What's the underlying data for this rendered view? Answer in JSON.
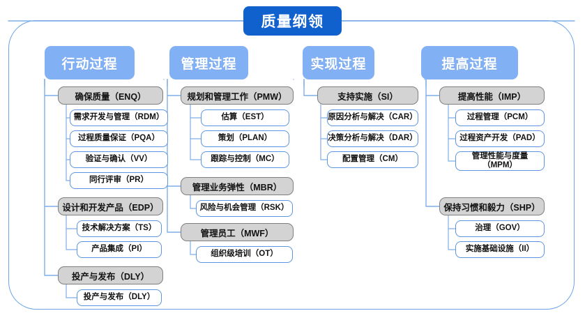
{
  "diagram": {
    "root": {
      "label": "质量纲领"
    },
    "colors": {
      "root_fill": "#1061CD",
      "header_fill": "#82B0F4",
      "group_fill": "#D3D3D3",
      "group_border": "#7E7E7E",
      "leaf_border": "#5B94E0",
      "frame_border": "#6AA3E8",
      "wire": "#7FAEE8",
      "text": "#111111"
    },
    "columns": [
      {
        "header": "行动过程",
        "groups": [
          {
            "label": "确保质量（ENQ）",
            "leaves": [
              "需求开发与管理（RDM）",
              "过程质量保证（PQA）",
              "验证与确认（VV）",
              "同行评审（PR）"
            ]
          },
          {
            "label": "设计和开发产品（EDP）",
            "leaves": [
              "技术解决方案（TS）",
              "产品集成（PI）"
            ]
          },
          {
            "label": "投产与发布（DLY）",
            "leaves": [
              "投产与发布（DLY）"
            ]
          }
        ]
      },
      {
        "header": "管理过程",
        "groups": [
          {
            "label": "规划和管理工作（PMW）",
            "leaves": [
              "估算（EST）",
              "策划（PLAN）",
              "跟踪与控制（MC）"
            ]
          },
          {
            "label": "管理业务弹性（MBR）",
            "leaves": [
              "风险与机会管理（RSK）"
            ]
          },
          {
            "label": "管理员工（MWF）",
            "leaves": [
              "组织级培训（OT）"
            ]
          }
        ]
      },
      {
        "header": "实现过程",
        "groups": [
          {
            "label": "支持实施（SI）",
            "leaves": [
              "原因分析与解决（CAR）",
              "决策分析与解决（DAR）",
              "配置管理（CM）"
            ]
          }
        ]
      },
      {
        "header": "提高过程",
        "groups": [
          {
            "label": "提高性能（IMP）",
            "leaves": [
              "过程管理（PCM）",
              "过程资产开发（PAD）",
              "管理性能与度量\n（MPM）"
            ]
          },
          {
            "label": "保持习惯和毅力（SHP）",
            "leaves": [
              "治理（GOV）",
              "实施基础设施（II）"
            ]
          }
        ]
      }
    ]
  }
}
